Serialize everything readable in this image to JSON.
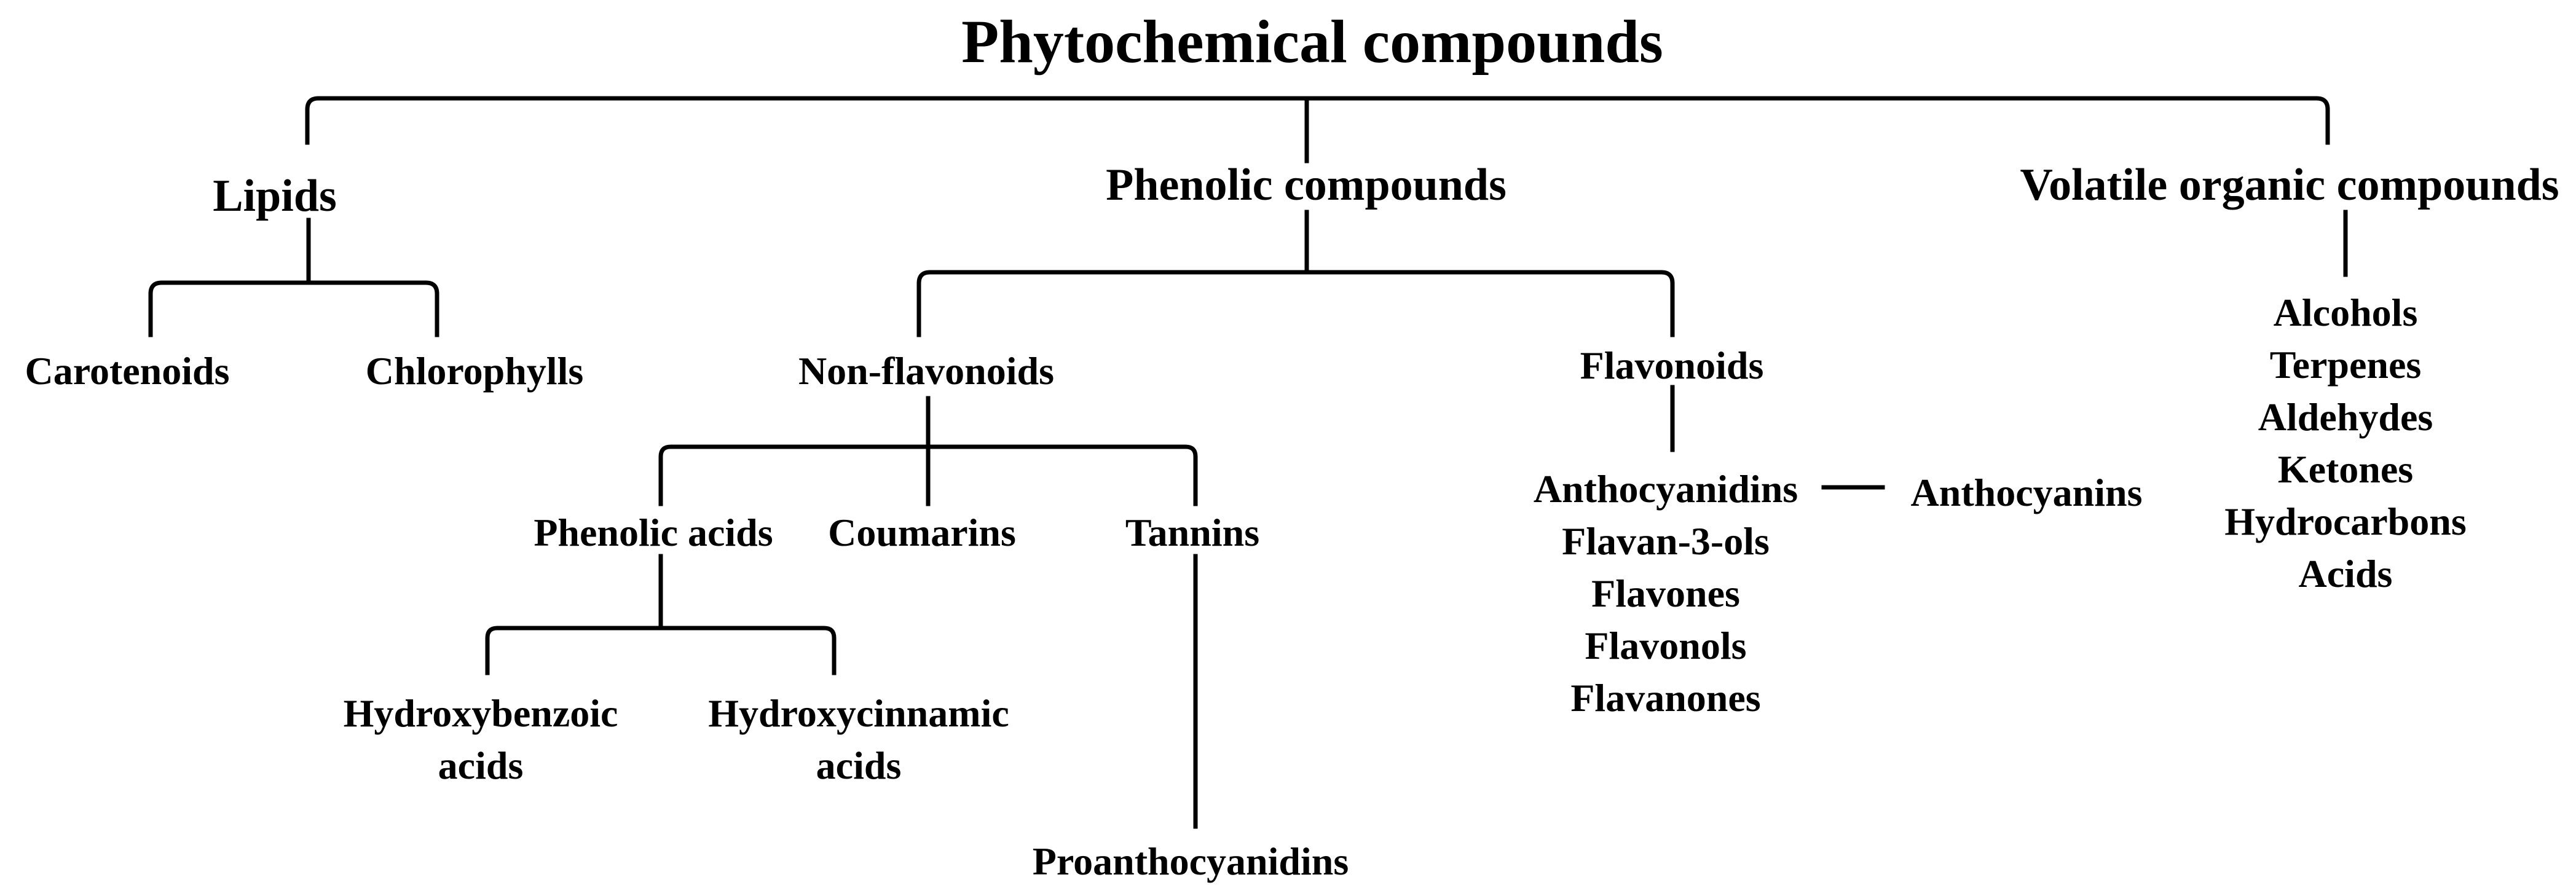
{
  "title": "Phytochemical compounds",
  "lipids": {
    "label": "Lipids",
    "children": [
      "Carotenoids",
      "Chlorophylls"
    ]
  },
  "phenolic": {
    "label": "Phenolic compounds",
    "non_flavonoids": {
      "label": "Non-flavonoids",
      "phenolic_acids": {
        "label": "Phenolic acids",
        "hydroxybenzoic": [
          "Hydroxybenzoic",
          "acids"
        ],
        "hydroxycinnamic": [
          "Hydroxycinnamic",
          "acids"
        ]
      },
      "coumarins": "Coumarins",
      "tannins": {
        "label": "Tannins",
        "child": "Proanthocyanidins"
      }
    },
    "flavonoids": {
      "label": "Flavonoids",
      "subclasses": [
        "Anthocyanidins",
        "Flavan-3-ols",
        "Flavones",
        "Flavonols",
        "Flavanones"
      ],
      "anthocyanins": "Anthocyanins"
    }
  },
  "volatile": {
    "label": "Volatile organic compounds",
    "items": [
      "Alcohols",
      "Terpenes",
      "Aldehydes",
      "Ketones",
      "Hydrocarbons",
      "Acids"
    ]
  }
}
